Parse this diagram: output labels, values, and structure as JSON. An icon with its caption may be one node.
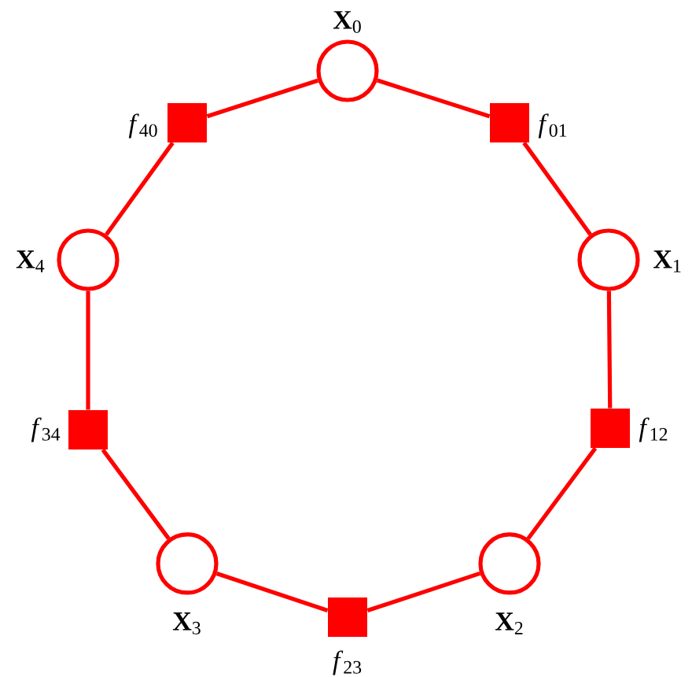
{
  "diagram": {
    "nodes": [
      {
        "text": [],
        "shape": "circle",
        "beside": [
          "**X**$_{0}$"
        ]
      },
      {
        "text": [],
        "shape": "box",
        "beside": [
          "*f*$_{40}$"
        ]
      },
      {
        "text": [],
        "shape": "box",
        "beside": [
          "*f*$_{01}$"
        ]
      },
      {
        "text": [],
        "shape": "circle",
        "beside": [
          "**X**$_{4}$"
        ]
      },
      {
        "text": [],
        "shape": "circle",
        "beside": [
          "**X**$_{1}$"
        ]
      },
      {
        "text": [],
        "shape": "box",
        "beside": [
          "*f*$_{34}$"
        ]
      },
      {
        "text": [],
        "shape": "box",
        "beside": [
          "*f*$_{12}$"
        ]
      },
      {
        "text": [],
        "shape": "circle",
        "beside": [
          "**X**$_{3}$"
        ]
      },
      {
        "text": [],
        "shape": "circle",
        "beside": [
          "**X**$_{2}$"
        ]
      },
      {
        "text": [],
        "shape": "box",
        "beside": [
          "*f*$_{23}$"
        ]
      }
    ],
    "edges": [
      {
        "from": 0,
        "to": 2,
        "arrow": "none"
      },
      {
        "from": 2,
        "to": 4,
        "arrow": "none"
      },
      {
        "from": 4,
        "to": 6,
        "arrow": "none"
      },
      {
        "from": 6,
        "to": 8,
        "arrow": "none"
      },
      {
        "from": 8,
        "to": 9,
        "arrow": "none"
      },
      {
        "from": 9,
        "to": 7,
        "arrow": "none"
      },
      {
        "from": 7,
        "to": 5,
        "arrow": "none"
      },
      {
        "from": 5,
        "to": 3,
        "arrow": "none"
      },
      {
        "from": 3,
        "to": 1,
        "arrow": "none"
      },
      {
        "from": 1,
        "to": 0,
        "arrow": "none"
      }
    ]
  }
}
